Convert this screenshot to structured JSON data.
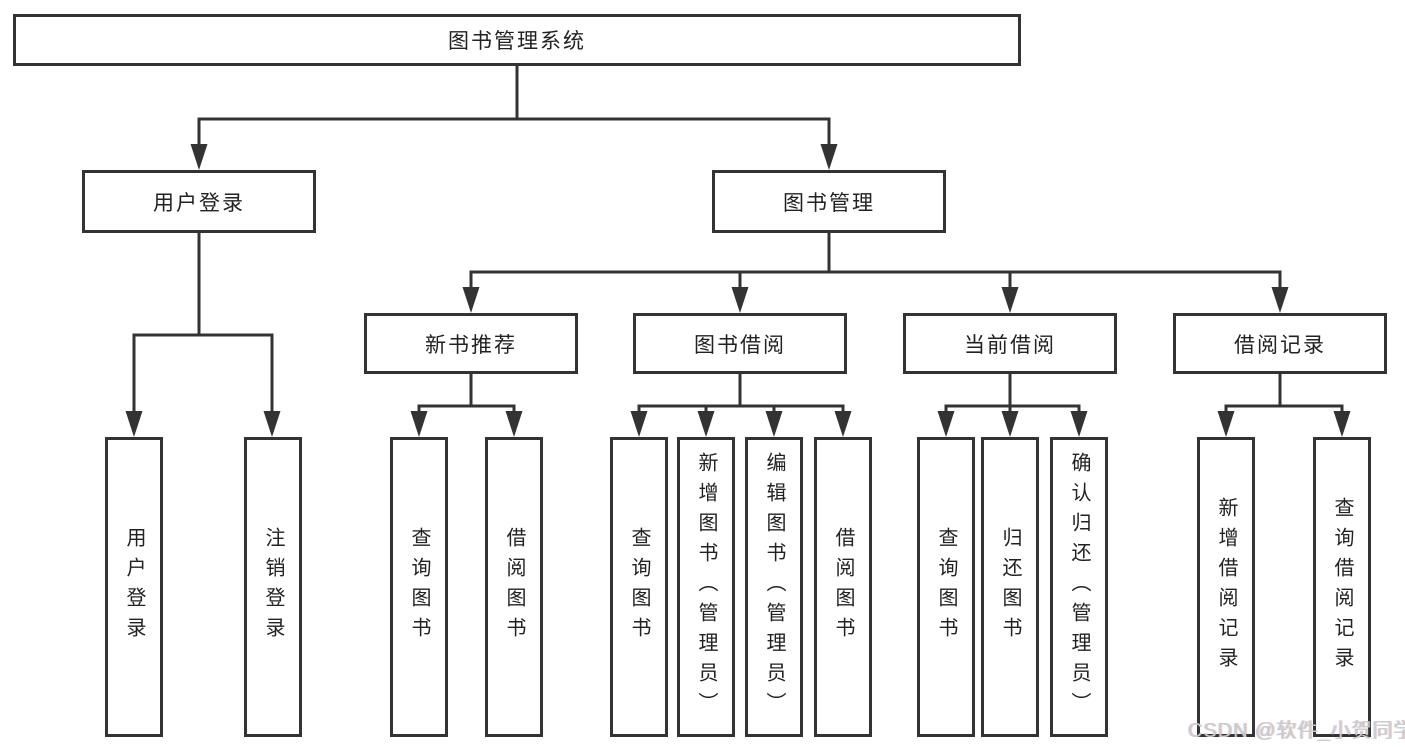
{
  "title": {
    "label": "图书管理系统"
  },
  "level2": [
    {
      "label": "用户登录"
    },
    {
      "label": "图书管理"
    }
  ],
  "level3": [
    {
      "label": "新书推荐"
    },
    {
      "label": "图书借阅"
    },
    {
      "label": "当前借阅"
    },
    {
      "label": "借阅记录"
    }
  ],
  "level4": {
    "user": [
      {
        "label": "用户登录"
      },
      {
        "label": "注销登录"
      }
    ],
    "recommend": [
      {
        "label": "查询图书"
      },
      {
        "label": "借阅图书"
      }
    ],
    "borrow": [
      {
        "label": "查询图书"
      },
      {
        "label": "新增图书（管理员）"
      },
      {
        "label": "编辑图书（管理员）"
      },
      {
        "label": "借阅图书"
      }
    ],
    "current": [
      {
        "label": "查询图书"
      },
      {
        "label": "归还图书"
      },
      {
        "label": "确认归还（管理员）"
      }
    ],
    "records": [
      {
        "label": "新增借阅记录"
      },
      {
        "label": "查询借阅记录"
      }
    ]
  },
  "watermark": {
    "text": "CSDN @软件_小贺同学"
  },
  "colors": {
    "line": "#333333",
    "text": "#222222",
    "background": "#ffffff",
    "watermark": "#cccccc"
  }
}
